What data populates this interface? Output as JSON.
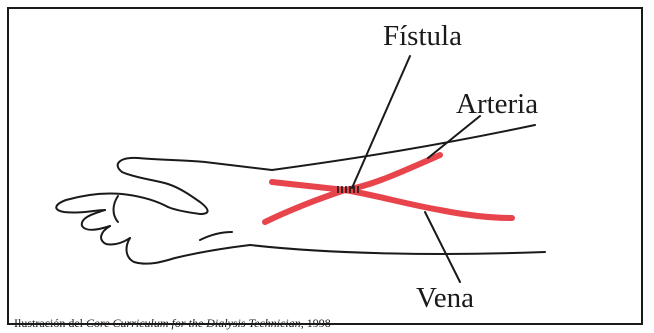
{
  "labels": {
    "fistula": "Fístula",
    "arteria": "Arteria",
    "vena": "Vena"
  },
  "caption": {
    "prefix": "Ilustración del ",
    "title": "Core Curriculum for the Dialysis Technician",
    "suffix": ", 1998"
  },
  "colors": {
    "vessel": "#e8444c",
    "line": "#1a1a1a"
  }
}
